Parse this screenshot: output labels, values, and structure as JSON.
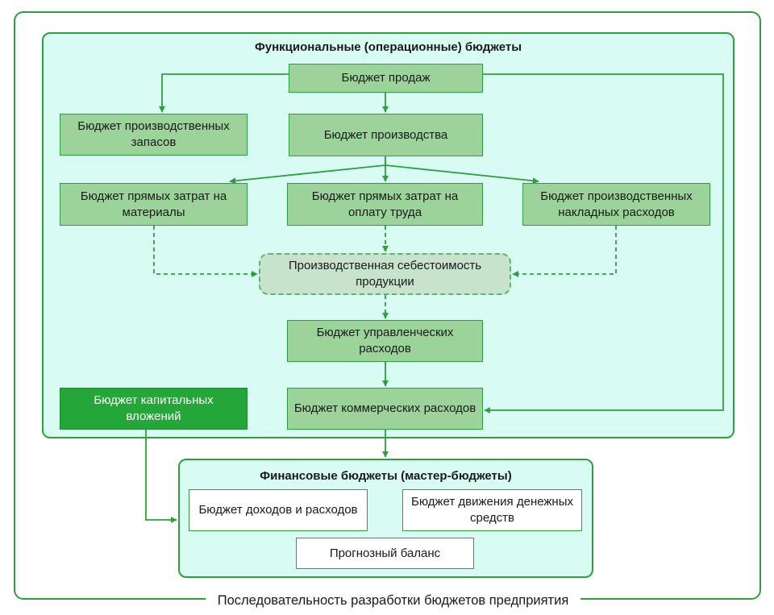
{
  "caption": "Последовательность разработки бюджетов предприятия",
  "operational": {
    "title": "Функциональные (операционные) бюджеты",
    "sales": "Бюджет продаж",
    "inventory": "Бюджет производственных запасов",
    "production": "Бюджет производства",
    "materials": "Бюджет прямых затрат на материалы",
    "labor": "Бюджет прямых затрат на оплату труда",
    "overhead": "Бюджет производственных накладных расходов",
    "cost": "Производственная себестоимость продукции",
    "admin": "Бюджет управленческих расходов",
    "commercial": "Бюджет коммерческих расходов",
    "capital": "Бюджет капитальных вложений"
  },
  "financial": {
    "title": "Финансовые бюджеты (мастер-бюджеты)",
    "income": "Бюджет доходов и расходов",
    "cashflow": "Бюджет движения денежных средств",
    "balance": "Прогнозный баланс"
  },
  "colors": {
    "line": "#2e9e3f",
    "panel": "#d8fbf3",
    "box": "#9bd39a",
    "box_dark": "#24a639",
    "box_dashed": "#c8e3cc"
  }
}
